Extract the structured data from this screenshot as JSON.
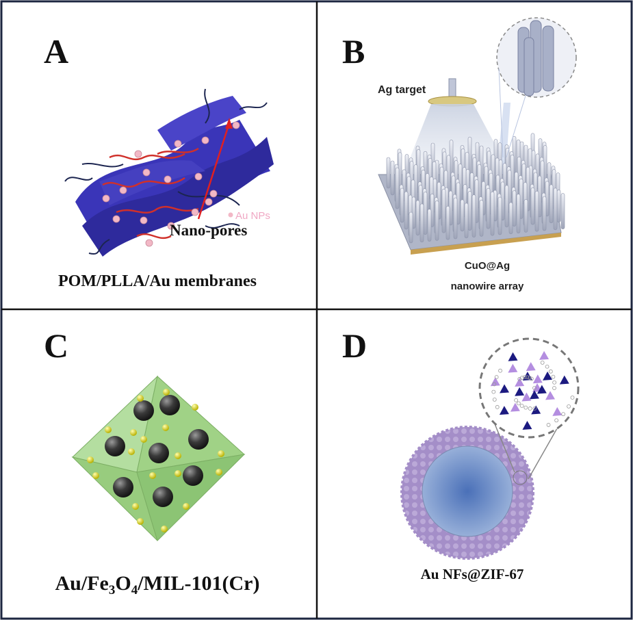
{
  "panels": {
    "a": {
      "label": "A",
      "legend": "Au NPs",
      "annotation": "Nano-pores",
      "caption": "POM/PLLA/Au membranes"
    },
    "b": {
      "label": "B",
      "target_label": "Ag target",
      "caption_line1": "CuO@Ag",
      "caption_line2": "nanowire array"
    },
    "c": {
      "label": "C",
      "caption_parts": [
        "Au/Fe",
        "3",
        "O",
        "4",
        "/MIL-101(Cr)"
      ]
    },
    "d": {
      "label": "D",
      "caption": "Au NFs@ZIF-67"
    }
  },
  "colors": {
    "border": "#1c2540",
    "fiber": "#3a35b8",
    "chain": "#d0302a",
    "au_np": "#f2b8c6",
    "octahedron": "#a6d68a",
    "fe3o4": "#3a3a3a",
    "au_dot": "#e6e21a",
    "zif_shell": "#a894c8",
    "au_core": "#6f8fc4"
  }
}
